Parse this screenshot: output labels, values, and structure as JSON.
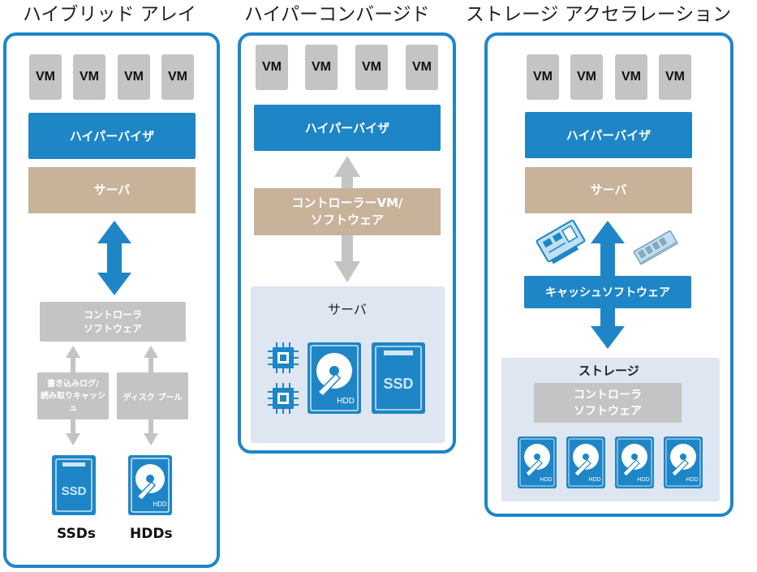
{
  "columns": [
    {
      "title": "ハイブリッド アレイ",
      "vm_labels": [
        "VM",
        "VM",
        "VM",
        "VM"
      ],
      "hypervisor": "ハイパーバイザ",
      "server": "サーバ",
      "controller_line1": "コントローラ",
      "controller_line2": "ソフトウェア",
      "cache_line1": "書き込みログ/",
      "cache_line2": "読み取りキャッシュ",
      "pool": "ディスク プール",
      "ssd_label": "SSDs",
      "hdd_label": "HDDs",
      "ssd_icon_text": "SSD",
      "hdd_icon_text": "HDD"
    },
    {
      "title": "ハイパーコンバージド",
      "vm_labels": [
        "VM",
        "VM",
        "VM",
        "VM"
      ],
      "hypervisor": "ハイパーバイザ",
      "controller_line1": "コントローラーVM/",
      "controller_line2": "ソフトウェア",
      "server": "サーバ",
      "ssd_icon_text": "SSD",
      "hdd_icon_text": "HDD"
    },
    {
      "title": "ストレージ アクセラレーション",
      "vm_labels": [
        "VM",
        "VM",
        "VM",
        "VM"
      ],
      "hypervisor": "ハイパーバイザ",
      "server": "サーバ",
      "cache_software": "キャッシュソフトウェア",
      "storage": "ストレージ",
      "controller_line1": "コントローラ",
      "controller_line2": "ソフトウェア",
      "hdd_icon_text": "HDD"
    }
  ],
  "colors": {
    "accent_blue": "#1e86c7",
    "tan": "#c8b29a",
    "gray": "#c4c4c4",
    "light_panel": "#dde6f1"
  }
}
